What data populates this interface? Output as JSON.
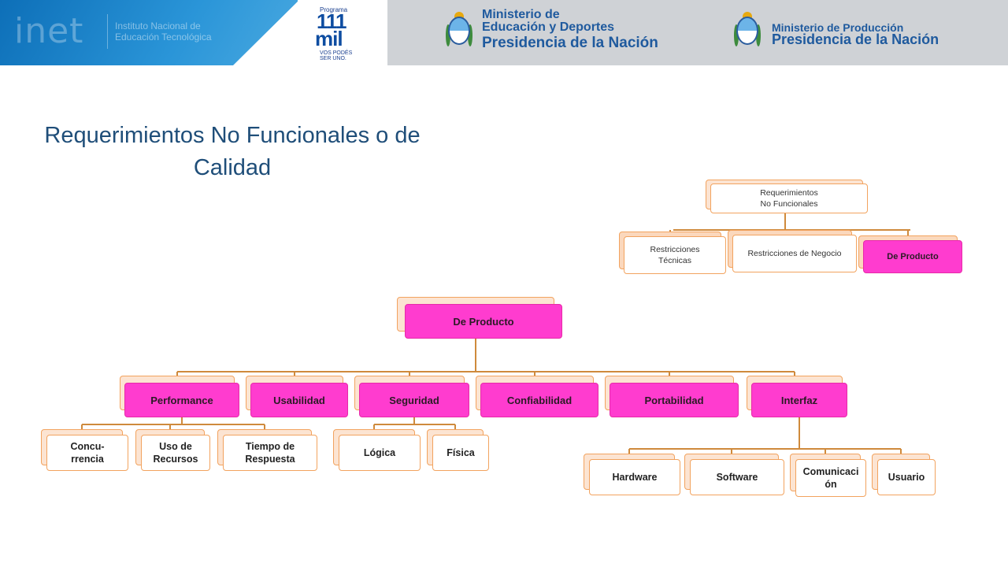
{
  "header": {
    "inet_word": "inet",
    "inet_line1": "Instituto Nacional de",
    "inet_line2": "Educación Tecnológica",
    "programa": "Programa",
    "p111_num": "111",
    "p111_mil": "mil",
    "p111_tag1": "VOS PODÉS",
    "p111_tag2": "SER UNO.",
    "min1_line1": "Ministerio de",
    "min1_line2": "Educación y Deportes",
    "min1_line3": "Presidencia de la Nación",
    "min2_line1": "Ministerio de Producción",
    "min2_line2": "Presidencia de la Nación"
  },
  "title": {
    "line1": "Requerimientos No Funcionales o de",
    "line2": "Calidad"
  },
  "top_tree": {
    "root": [
      "Requerimientos",
      "No Funcionales"
    ],
    "children": [
      [
        "Restricciones",
        "Técnicas"
      ],
      [
        "Restricciones de Negocio"
      ],
      [
        "De Producto"
      ]
    ]
  },
  "main_tree": {
    "root": "De Producto",
    "categories": [
      {
        "label": [
          "Performance"
        ],
        "children": [
          [
            "Concu-",
            "rrencia"
          ],
          [
            "Uso de",
            "Recursos"
          ],
          [
            "Tiempo de",
            "Respuesta"
          ]
        ]
      },
      {
        "label": [
          "Usabilidad"
        ],
        "children": []
      },
      {
        "label": [
          "Seguridad"
        ],
        "children": [
          [
            "Lógica"
          ],
          [
            "Física"
          ]
        ]
      },
      {
        "label": [
          "Confiabilidad"
        ],
        "children": []
      },
      {
        "label": [
          "Portabilidad"
        ],
        "children": []
      },
      {
        "label": [
          "Interfaz"
        ],
        "children": [
          [
            "Hardware"
          ],
          [
            "Software"
          ],
          [
            "Comunicaci",
            "ón"
          ],
          [
            "Usuario"
          ]
        ]
      }
    ]
  },
  "colors": {
    "pink": "#ff3ccf",
    "border_orange": "#f2a35f",
    "connector": "#cf8a3c",
    "title_blue": "#1f4e79"
  }
}
